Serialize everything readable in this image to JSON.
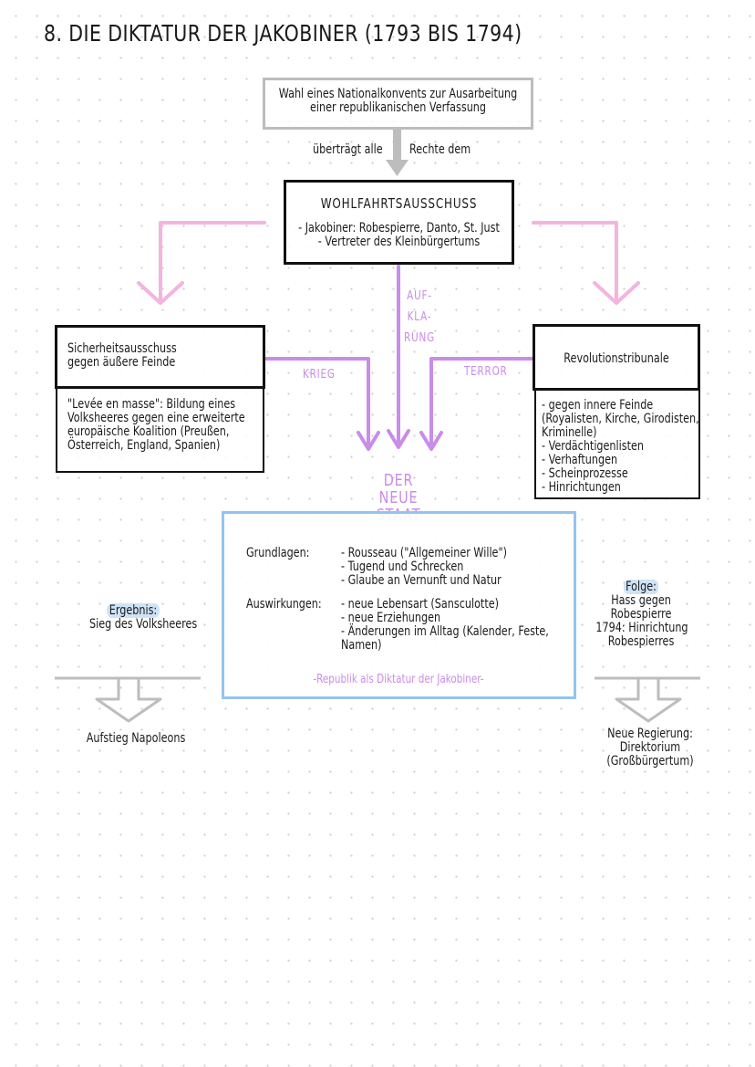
{
  "title": "8. DIE DIKTATUR DER JAKOBINER (1793 BIS 1794)",
  "top_box": {
    "line1": "Wahl eines Nationalkonvents zur Ausarbeitung",
    "line2": "einer republikanischen Verfassung"
  },
  "transfer": {
    "left": "überträgt alle",
    "right": "Rechte dem"
  },
  "committee": {
    "title": "WOHLFAHRTSAUSSCHUSS",
    "line1": "- Jakobiner: Robespierre, Danto, St. Just",
    "line2": "- Vertreter des Kleinbürgertums"
  },
  "arrow_labels": {
    "enlightenment": [
      "AUF-",
      "KLA-",
      "RUNG"
    ],
    "war": "KRIEG",
    "terror": "TERROR"
  },
  "security": {
    "header_line1": "Sicherheitsausschuss",
    "header_line2": "gegen äußere Feinde",
    "body": [
      "\"Levée en masse\": Bildung eines",
      "Volksheeres gegen eine erweiterte",
      "europäische Koalition (Preußen,",
      "Österreich, England, Spanien)"
    ]
  },
  "tribunal": {
    "header": "Revolutionstribunale",
    "body": [
      "- gegen innere Feinde",
      "(Royalisten, Kirche, Girodisten,",
      "Kriminelle)",
      "- Verdächtigenlisten",
      "- Verhaftungen",
      "- Scheinprozesse",
      "- Hinrichtungen"
    ]
  },
  "new_state": {
    "heading": [
      "DER",
      "NEUE",
      "STAAT"
    ],
    "foundations_label": "Grundlagen:",
    "foundations": [
      "- Rousseau (\"Allgemeiner Wille\")",
      "- Tugend und Schrecken",
      "- Glaube an Vernunft und Natur"
    ],
    "effects_label": "Auswirkungen:",
    "effects": [
      "- neue Lebensart (Sansculotte)",
      "- neue Erziehungen",
      "- Änderungen im Alltag (Kalender, Feste,",
      "Namen)"
    ],
    "footer": "-Republik als Diktatur der Jakobiner-"
  },
  "result": {
    "label": "Ergebnis:",
    "text": "Sieg des Volksheeres"
  },
  "result_after": "Aufstieg Napoleons",
  "consequence": {
    "label": "Folge:",
    "lines": [
      "Hass gegen",
      "Robespierre",
      "1794: Hinrichtung",
      "Robespierres"
    ]
  },
  "consequence_after": [
    "Neue Regierung:",
    "Direktorium",
    "(Großbürgertum)"
  ],
  "colors": {
    "grey": "#bdbdbd",
    "pink": "#f5b3df",
    "purple": "#c98ce8",
    "blue": "#94c4ee",
    "highlight": "#cfe3f7"
  }
}
